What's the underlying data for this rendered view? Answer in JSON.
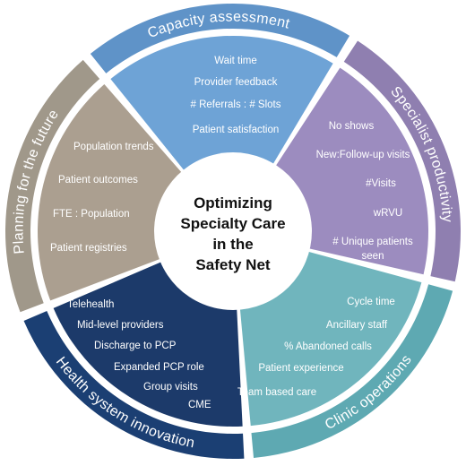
{
  "center": {
    "lines": [
      "Optimizing",
      "Specialty Care",
      "in the",
      "Safety Net"
    ]
  },
  "segments": [
    {
      "title": "Capacity assessment",
      "ring_color": "#5f93c8",
      "wedge_color": "#6ea3d6",
      "items": [
        "Wait time",
        "Provider feedback",
        "# Referrals : # Slots",
        "Patient satisfaction"
      ]
    },
    {
      "title": "Specialist productivity",
      "ring_color": "#8f7fb0",
      "wedge_color": "#9c8cbf",
      "items": [
        "No shows",
        "New:Follow-up visits",
        "#Visits",
        "wRVU",
        "# Unique patients",
        "seen"
      ]
    },
    {
      "title": "Clinic operations",
      "ring_color": "#5ea9b2",
      "wedge_color": "#70b5bd",
      "items": [
        "Cycle time",
        "Ancillary staff",
        "% Abandoned calls",
        "Patient experience",
        "Team based care"
      ]
    },
    {
      "title": "Health system innovation",
      "ring_color": "#1b3f73",
      "wedge_color": "#1c3a6a",
      "items": [
        "Telehealth",
        "Mid-level providers",
        "Discharge to PCP",
        "Expanded PCP role",
        "Group visits",
        "CME"
      ]
    },
    {
      "title": "Planning for the future",
      "ring_color": "#a0988a",
      "wedge_color": "#ab9f90",
      "items": [
        "Population trends",
        "Patient outcomes",
        "FTE : Population",
        "Patient registries"
      ]
    }
  ]
}
